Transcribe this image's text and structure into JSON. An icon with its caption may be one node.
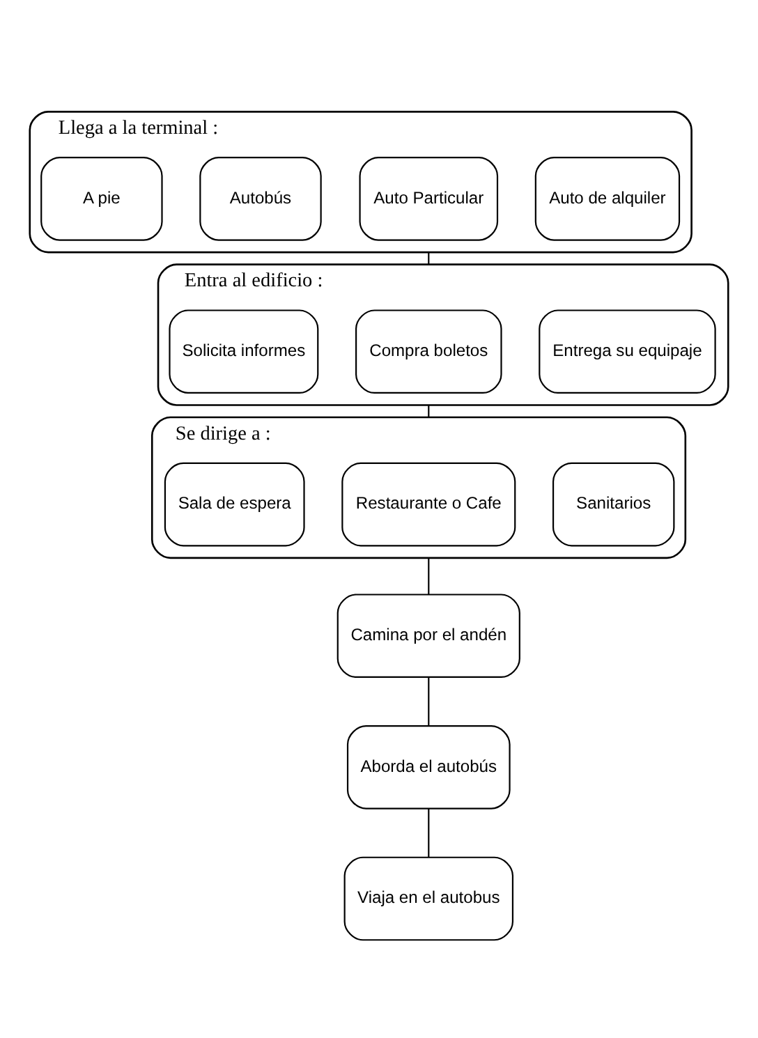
{
  "diagram": {
    "nodes": [
      {
        "text": [
          "Llega a la terminal :"
        ]
      },
      {
        "text": [
          "A pie"
        ],
        "in": 0
      },
      {
        "text": [
          "Autobús"
        ],
        "in": 0
      },
      {
        "text": [
          "Auto Particular"
        ],
        "in": 0
      },
      {
        "text": [
          "Auto de alquiler"
        ],
        "in": 0
      },
      {
        "text": [
          "Entra al edificio :"
        ]
      },
      {
        "text": [
          "Solicita informes"
        ],
        "in": 5
      },
      {
        "text": [
          "Compra boletos"
        ],
        "in": 5
      },
      {
        "text": [
          "Entrega su equipaje"
        ],
        "in": 5
      },
      {
        "text": [
          "Se dirige a :"
        ]
      },
      {
        "text": [
          "Sala de espera"
        ],
        "in": 9
      },
      {
        "text": [
          "Restaurante o Cafe"
        ],
        "in": 9
      },
      {
        "text": [
          "Sanitarios"
        ],
        "in": 9
      },
      {
        "text": [
          "Camina por el andén"
        ]
      },
      {
        "text": [
          "Aborda el autobús"
        ]
      },
      {
        "text": [
          "Viaja en el autobus"
        ]
      }
    ],
    "edges": [
      {
        "from": 0,
        "to": 5,
        "arrow": "none"
      },
      {
        "from": 5,
        "to": 9,
        "arrow": "none"
      },
      {
        "from": 9,
        "to": 13,
        "arrow": "none"
      },
      {
        "from": 13,
        "to": 14,
        "arrow": "none"
      },
      {
        "from": 14,
        "to": 15,
        "arrow": "none"
      }
    ]
  }
}
